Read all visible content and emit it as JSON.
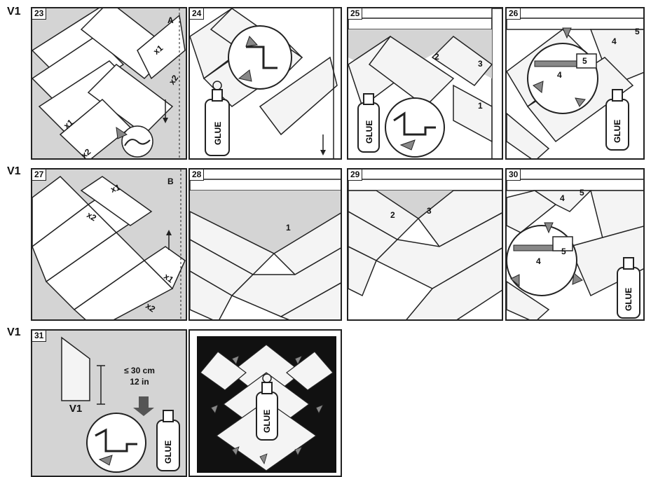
{
  "row_label": "V1",
  "panels": {
    "p23": {
      "number": "23",
      "letter": "A",
      "dims": [
        "x1",
        "x2",
        "x1",
        "x2"
      ]
    },
    "p24": {
      "number": "24",
      "bottle_label": "GLUE"
    },
    "p25": {
      "number": "25",
      "labels": [
        "2",
        "3",
        "1"
      ],
      "bottle_label": "GLUE"
    },
    "p26": {
      "number": "26",
      "labels": [
        "4",
        "5",
        "4",
        "5"
      ],
      "bottle_label": "GLUE"
    },
    "p27": {
      "number": "27",
      "letter": "B",
      "dims": [
        "x1",
        "x2",
        "x1",
        "x2"
      ]
    },
    "p28": {
      "number": "28",
      "labels": [
        "1"
      ]
    },
    "p29": {
      "number": "29",
      "labels": [
        "2",
        "3"
      ]
    },
    "p30": {
      "number": "30",
      "labels": [
        "4",
        "5",
        "4",
        "5"
      ],
      "bottle_label": "GLUE"
    },
    "p31": {
      "number": "31",
      "measure_line1": "≤ 30 cm",
      "measure_line2": "12 in",
      "plank_label": "V1",
      "bottle_label": "GLUE"
    },
    "p32": {
      "bottle_label": "GLUE"
    }
  }
}
